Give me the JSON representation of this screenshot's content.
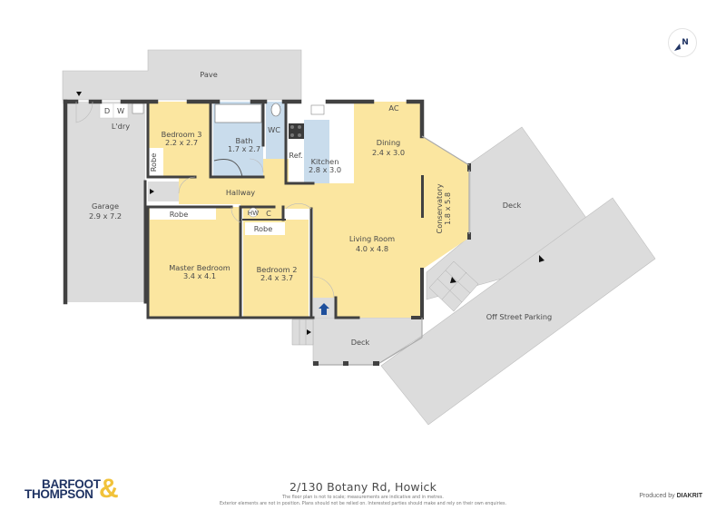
{
  "title": {
    "address": "2/130 Botany Rd, Howick",
    "disclaimer_line1": "The floor plan is not to scale; measurements are indicative and in metres.",
    "disclaimer_line2": "Exterior elements are not in position. Plans should not be relied on. Interested parties should make and rely on their own enquiries."
  },
  "branding": {
    "agency_line1": "BARFOOT",
    "agency_line2": "THOMPSON",
    "agency_amp": "&",
    "produced_by_prefix": "Produced by ",
    "produced_by_name": "DIAKRIT"
  },
  "compass": {
    "label": "N",
    "icon": "north-arrow-icon"
  },
  "colors": {
    "bedroom_living": "#fbe6a0",
    "wet_area": "#c9dcec",
    "exterior": "#dcdcdc",
    "wall": "#414141",
    "brand_navy": "#1f3363",
    "brand_gold": "#f1c23a",
    "entry_arrow": "#1e4f9c"
  },
  "rooms": [
    {
      "id": "pave",
      "name": "Pave",
      "size": ""
    },
    {
      "id": "laundry",
      "name": "L'dry",
      "size": ""
    },
    {
      "id": "bedroom3",
      "name": "Bedroom 3",
      "size": "2.2 x 2.7"
    },
    {
      "id": "bath",
      "name": "Bath",
      "size": "1.7 x 2.7"
    },
    {
      "id": "wc",
      "name": "WC",
      "size": ""
    },
    {
      "id": "kitchen",
      "name": "Kitchen",
      "size": "2.8 x 3.0"
    },
    {
      "id": "dining",
      "name": "Dining",
      "size": "2.4 x 3.0"
    },
    {
      "id": "garage",
      "name": "Garage",
      "size": "2.9 x 7.2"
    },
    {
      "id": "hallway",
      "name": "Hallway",
      "size": ""
    },
    {
      "id": "master",
      "name": "Master Bedroom",
      "size": "3.4 x 4.1"
    },
    {
      "id": "bedroom2",
      "name": "Bedroom 2",
      "size": "2.4 x 3.7"
    },
    {
      "id": "living",
      "name": "Living Room",
      "size": "4.0 x 4.8"
    },
    {
      "id": "conservatory",
      "name": "Conservatory",
      "size": "1.8 x 5.8"
    },
    {
      "id": "deck_front",
      "name": "Deck",
      "size": ""
    },
    {
      "id": "deck_side",
      "name": "Deck",
      "size": ""
    },
    {
      "id": "parking",
      "name": "Off Street Parking",
      "size": ""
    }
  ],
  "fixtures": {
    "dryer": "D",
    "washer": "W",
    "robe_b3": "Robe",
    "robe_master": "Robe",
    "robe_b2": "Robe",
    "hot_water": "HW",
    "cupboard": "C",
    "fridge": "Ref.",
    "aircon": "AC"
  }
}
